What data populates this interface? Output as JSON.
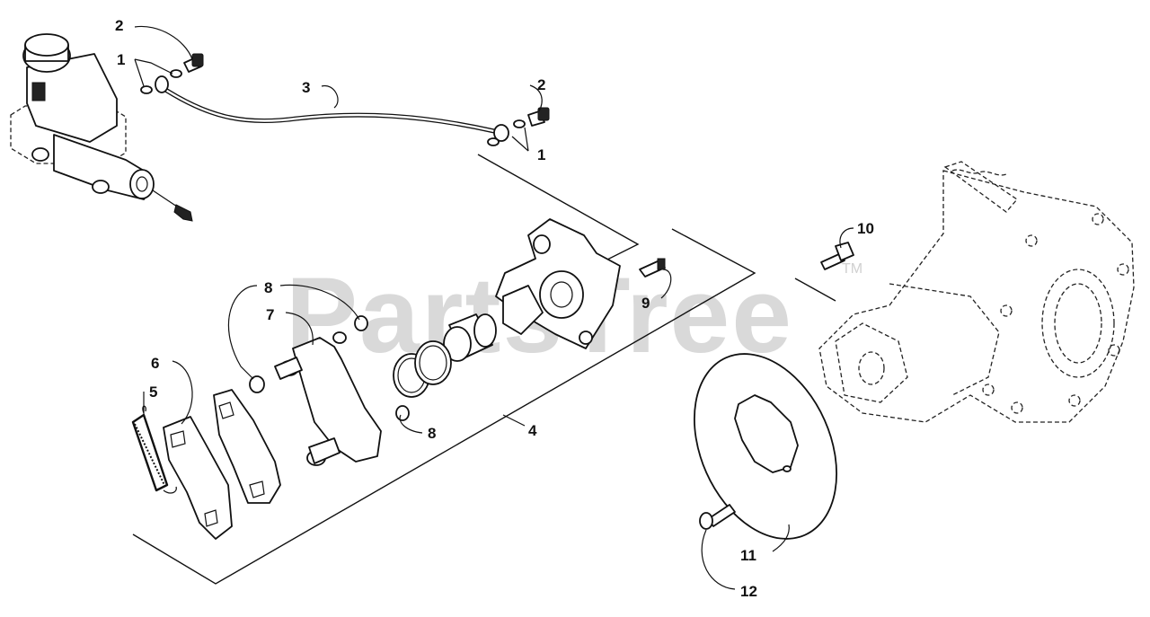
{
  "diagram": {
    "watermark": "PartsTree",
    "trademark": "TM",
    "callouts": [
      {
        "id": "c2a",
        "label": "2"
      },
      {
        "id": "c1a",
        "label": "1"
      },
      {
        "id": "c3",
        "label": "3"
      },
      {
        "id": "c2b",
        "label": "2"
      },
      {
        "id": "c1b",
        "label": "1"
      },
      {
        "id": "c8a",
        "label": "8"
      },
      {
        "id": "c7",
        "label": "7"
      },
      {
        "id": "c9",
        "label": "9"
      },
      {
        "id": "c6",
        "label": "6"
      },
      {
        "id": "c5",
        "label": "5"
      },
      {
        "id": "c8b",
        "label": "8"
      },
      {
        "id": "c4",
        "label": "4"
      },
      {
        "id": "c10",
        "label": "10"
      },
      {
        "id": "c11",
        "label": "11"
      },
      {
        "id": "c12",
        "label": "12"
      }
    ]
  }
}
